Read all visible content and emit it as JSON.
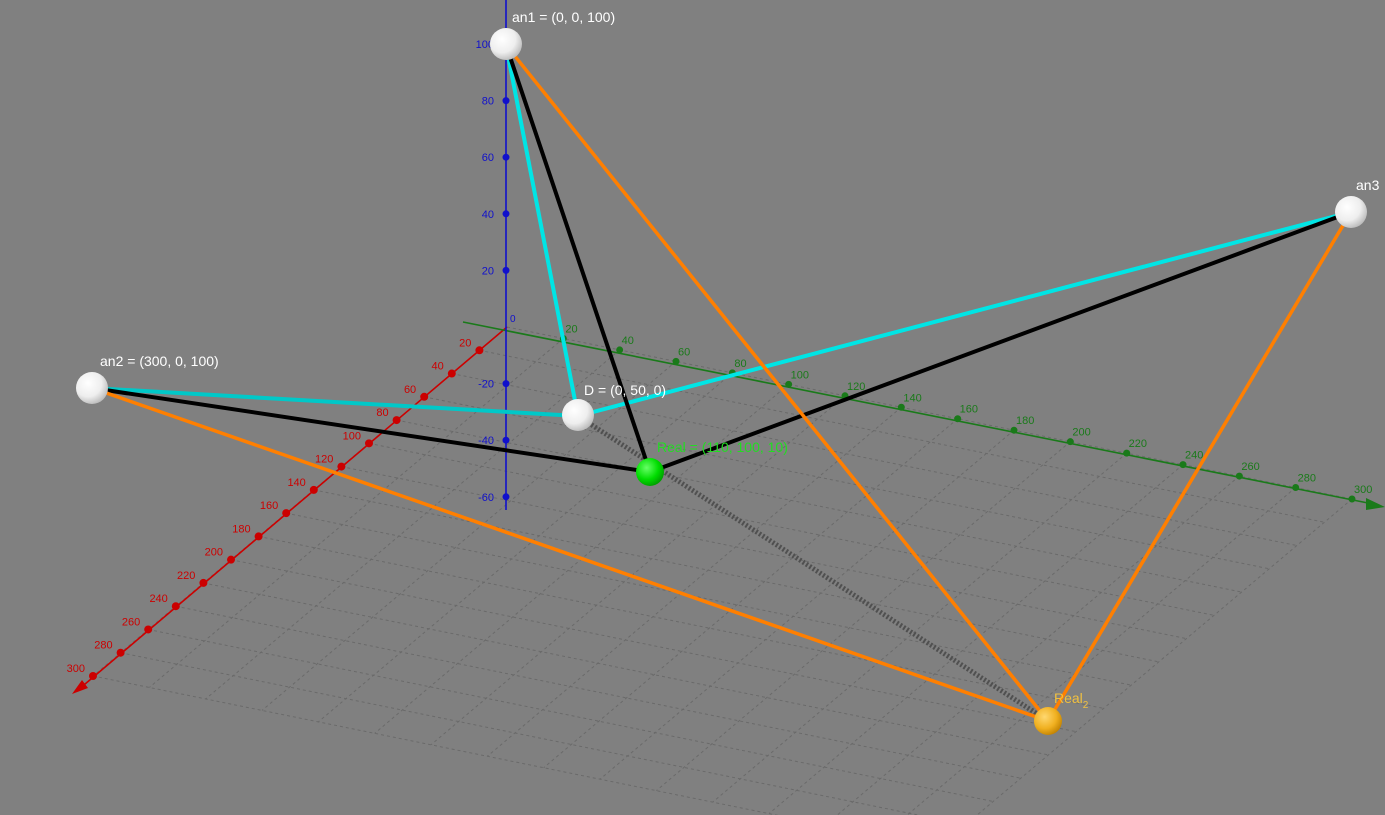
{
  "scene": {
    "colors": {
      "background": "#808080",
      "grid": "#6a6a6a",
      "x_axis": "#cc0000",
      "y_axis": "#1a7a1a",
      "z_axis": "#1010cc",
      "cyan_segment": "#00e5e5",
      "black_segment": "#000000",
      "orange_segment": "#ff7f00",
      "dotted_segment": "#555555",
      "point_white": "#f2f2f2",
      "point_green": "#00dd00",
      "point_gold": "#f0b020",
      "label_white": "#ffffff",
      "label_green": "#22dd22",
      "label_gold": "#f0c040"
    },
    "axes": {
      "x_ticks": [
        "20",
        "40",
        "60",
        "80",
        "100",
        "120",
        "140",
        "160",
        "180",
        "200",
        "220",
        "240",
        "260",
        "280",
        "300"
      ],
      "y_ticks": [
        "20",
        "40",
        "60",
        "80",
        "100",
        "120",
        "140",
        "160",
        "180",
        "200",
        "220",
        "240",
        "260",
        "280",
        "300"
      ],
      "z_ticks": [
        "100",
        "80",
        "60",
        "40",
        "20",
        "0",
        "-20",
        "-40",
        "-60"
      ],
      "origin_label": "0"
    },
    "points": {
      "an1": {
        "label": "an1 = (0, 0, 100)"
      },
      "an2": {
        "label": "an2 = (300, 0, 100)"
      },
      "an3": {
        "label": "an3"
      },
      "D": {
        "label": "D = (0, 50, 0)"
      },
      "Real": {
        "label": "Real = (110, 100, 10)"
      },
      "Real2": {
        "label": "Real",
        "subscript": "2"
      }
    }
  }
}
